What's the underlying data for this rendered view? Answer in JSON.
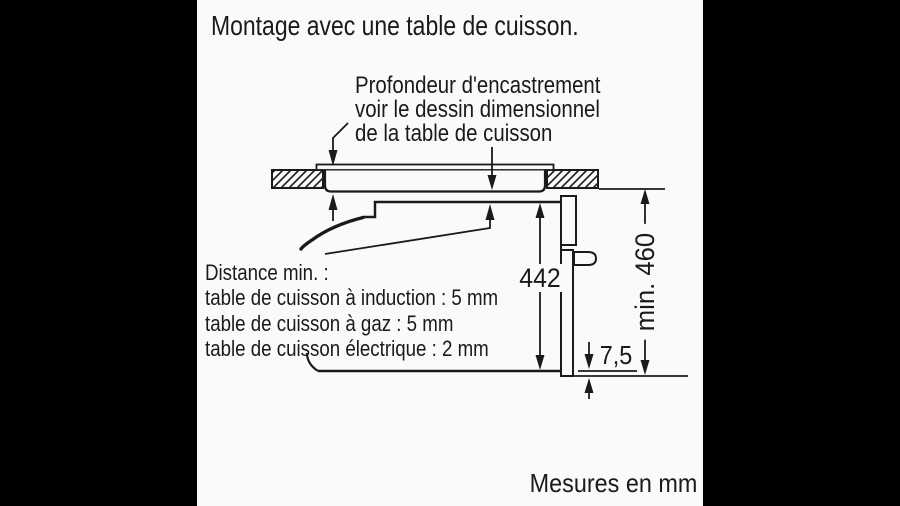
{
  "title": "Montage avec une table de cuisson.",
  "notes": {
    "depth": [
      "Profondeur d'encastrement",
      "voir le dessin dimensionnel",
      "de la table de cuisson"
    ],
    "distance": [
      "Distance min. :",
      "table de cuisson à induction : 5 mm",
      "table de cuisson à gaz : 5 mm",
      "table de cuisson électrique : 2 mm"
    ]
  },
  "dimensions": {
    "oven_front_height": "442",
    "niche_height_min": "min. 460",
    "door_bottom_gap": "7,5"
  },
  "footer_note": "Mesures en mm",
  "colors": {
    "letterbox": "#000000",
    "paper": "#fafafa",
    "ink": "#1a1a1a"
  }
}
